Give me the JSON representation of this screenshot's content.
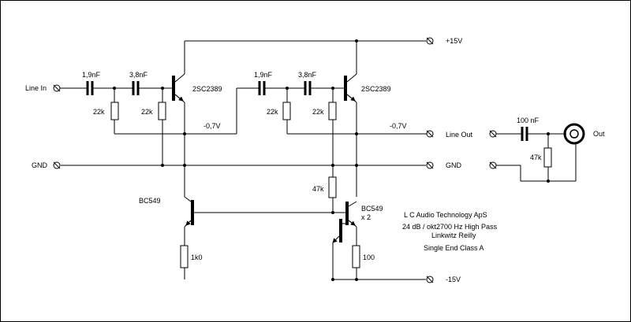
{
  "terminals": {
    "line_in": "Line In",
    "gnd_left": "GND",
    "plus15": "+15V",
    "line_out": "Line Out",
    "gnd_right": "GND",
    "minus15": "-15V",
    "out": "Out"
  },
  "components": {
    "c1": "1,9nF",
    "c2": "3,8nF",
    "c3": "1,9nF",
    "c4": "3,8nF",
    "c5": "100 nF",
    "r1": "22k",
    "r2": "22k",
    "r3": "22k",
    "r4": "22k",
    "r5": "47k",
    "r6": "47k",
    "r7": "1k0",
    "r8": "100",
    "q1": "2SC2389",
    "q2": "2SC2389",
    "q3": "BC549",
    "q4": "BC549",
    "q4_count": "x 2"
  },
  "voltages": {
    "v1": "-0,7V",
    "v2": "-0,7V"
  },
  "info": {
    "company": "L C Audio Technology ApS",
    "spec": "24 dB / okt2700 Hz High Pass",
    "filter_type": "Linkwitz Reilly",
    "topology": "Single End Class A"
  }
}
